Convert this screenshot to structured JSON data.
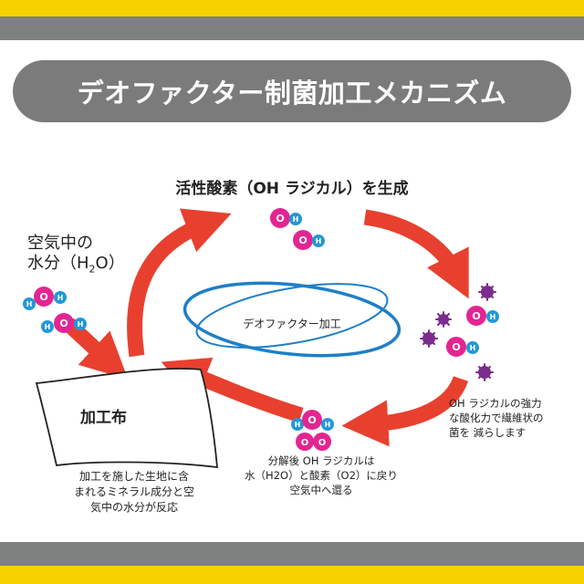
{
  "title": "デオファクター制菌加工メカニズム",
  "labels": {
    "top": "活性酸素（OH ラジカル）を生成",
    "air_water_line1": "空気中の",
    "air_water_line2": "水分（H",
    "air_water_sub": "2",
    "air_water_end": "O）",
    "fabric": "加工布",
    "fabric_desc_line1": "加工を施した生地に含",
    "fabric_desc_line2": "まれるミネラル成分と空",
    "fabric_desc_line3": "気中の水分が反応",
    "center": "デオファクター加工",
    "bottom_line1": "分解後 OH ラジカルは",
    "bottom_line2": "水（H2O）と酸素（O2）に戻り",
    "bottom_line3": "空気中へ還る",
    "right_line1": "OH ラジカルの強力",
    "right_line2": "な酸化力で繊維状の",
    "right_line3": "菌を 減らします"
  },
  "atoms": {
    "o": "O",
    "h": "H"
  },
  "colors": {
    "arrow": "#e8402f",
    "oxygen": "#e32592",
    "hydrogen": "#2398d6",
    "ellipse": "#1f7fc7",
    "bacteria": "#7b2d8e",
    "title_bg": "#7b7b7b",
    "band_yellow": "#f7d100",
    "band_gray": "#7f8080"
  }
}
